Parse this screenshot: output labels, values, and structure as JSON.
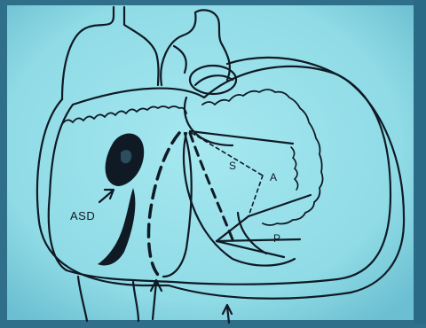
{
  "labels": {
    "asd": "ASD",
    "s": "S",
    "a": "A",
    "p": "P"
  },
  "colors": {
    "background_edge": "#2b6a86",
    "paper": "#8fdde8",
    "ink": "#0f1a25"
  }
}
